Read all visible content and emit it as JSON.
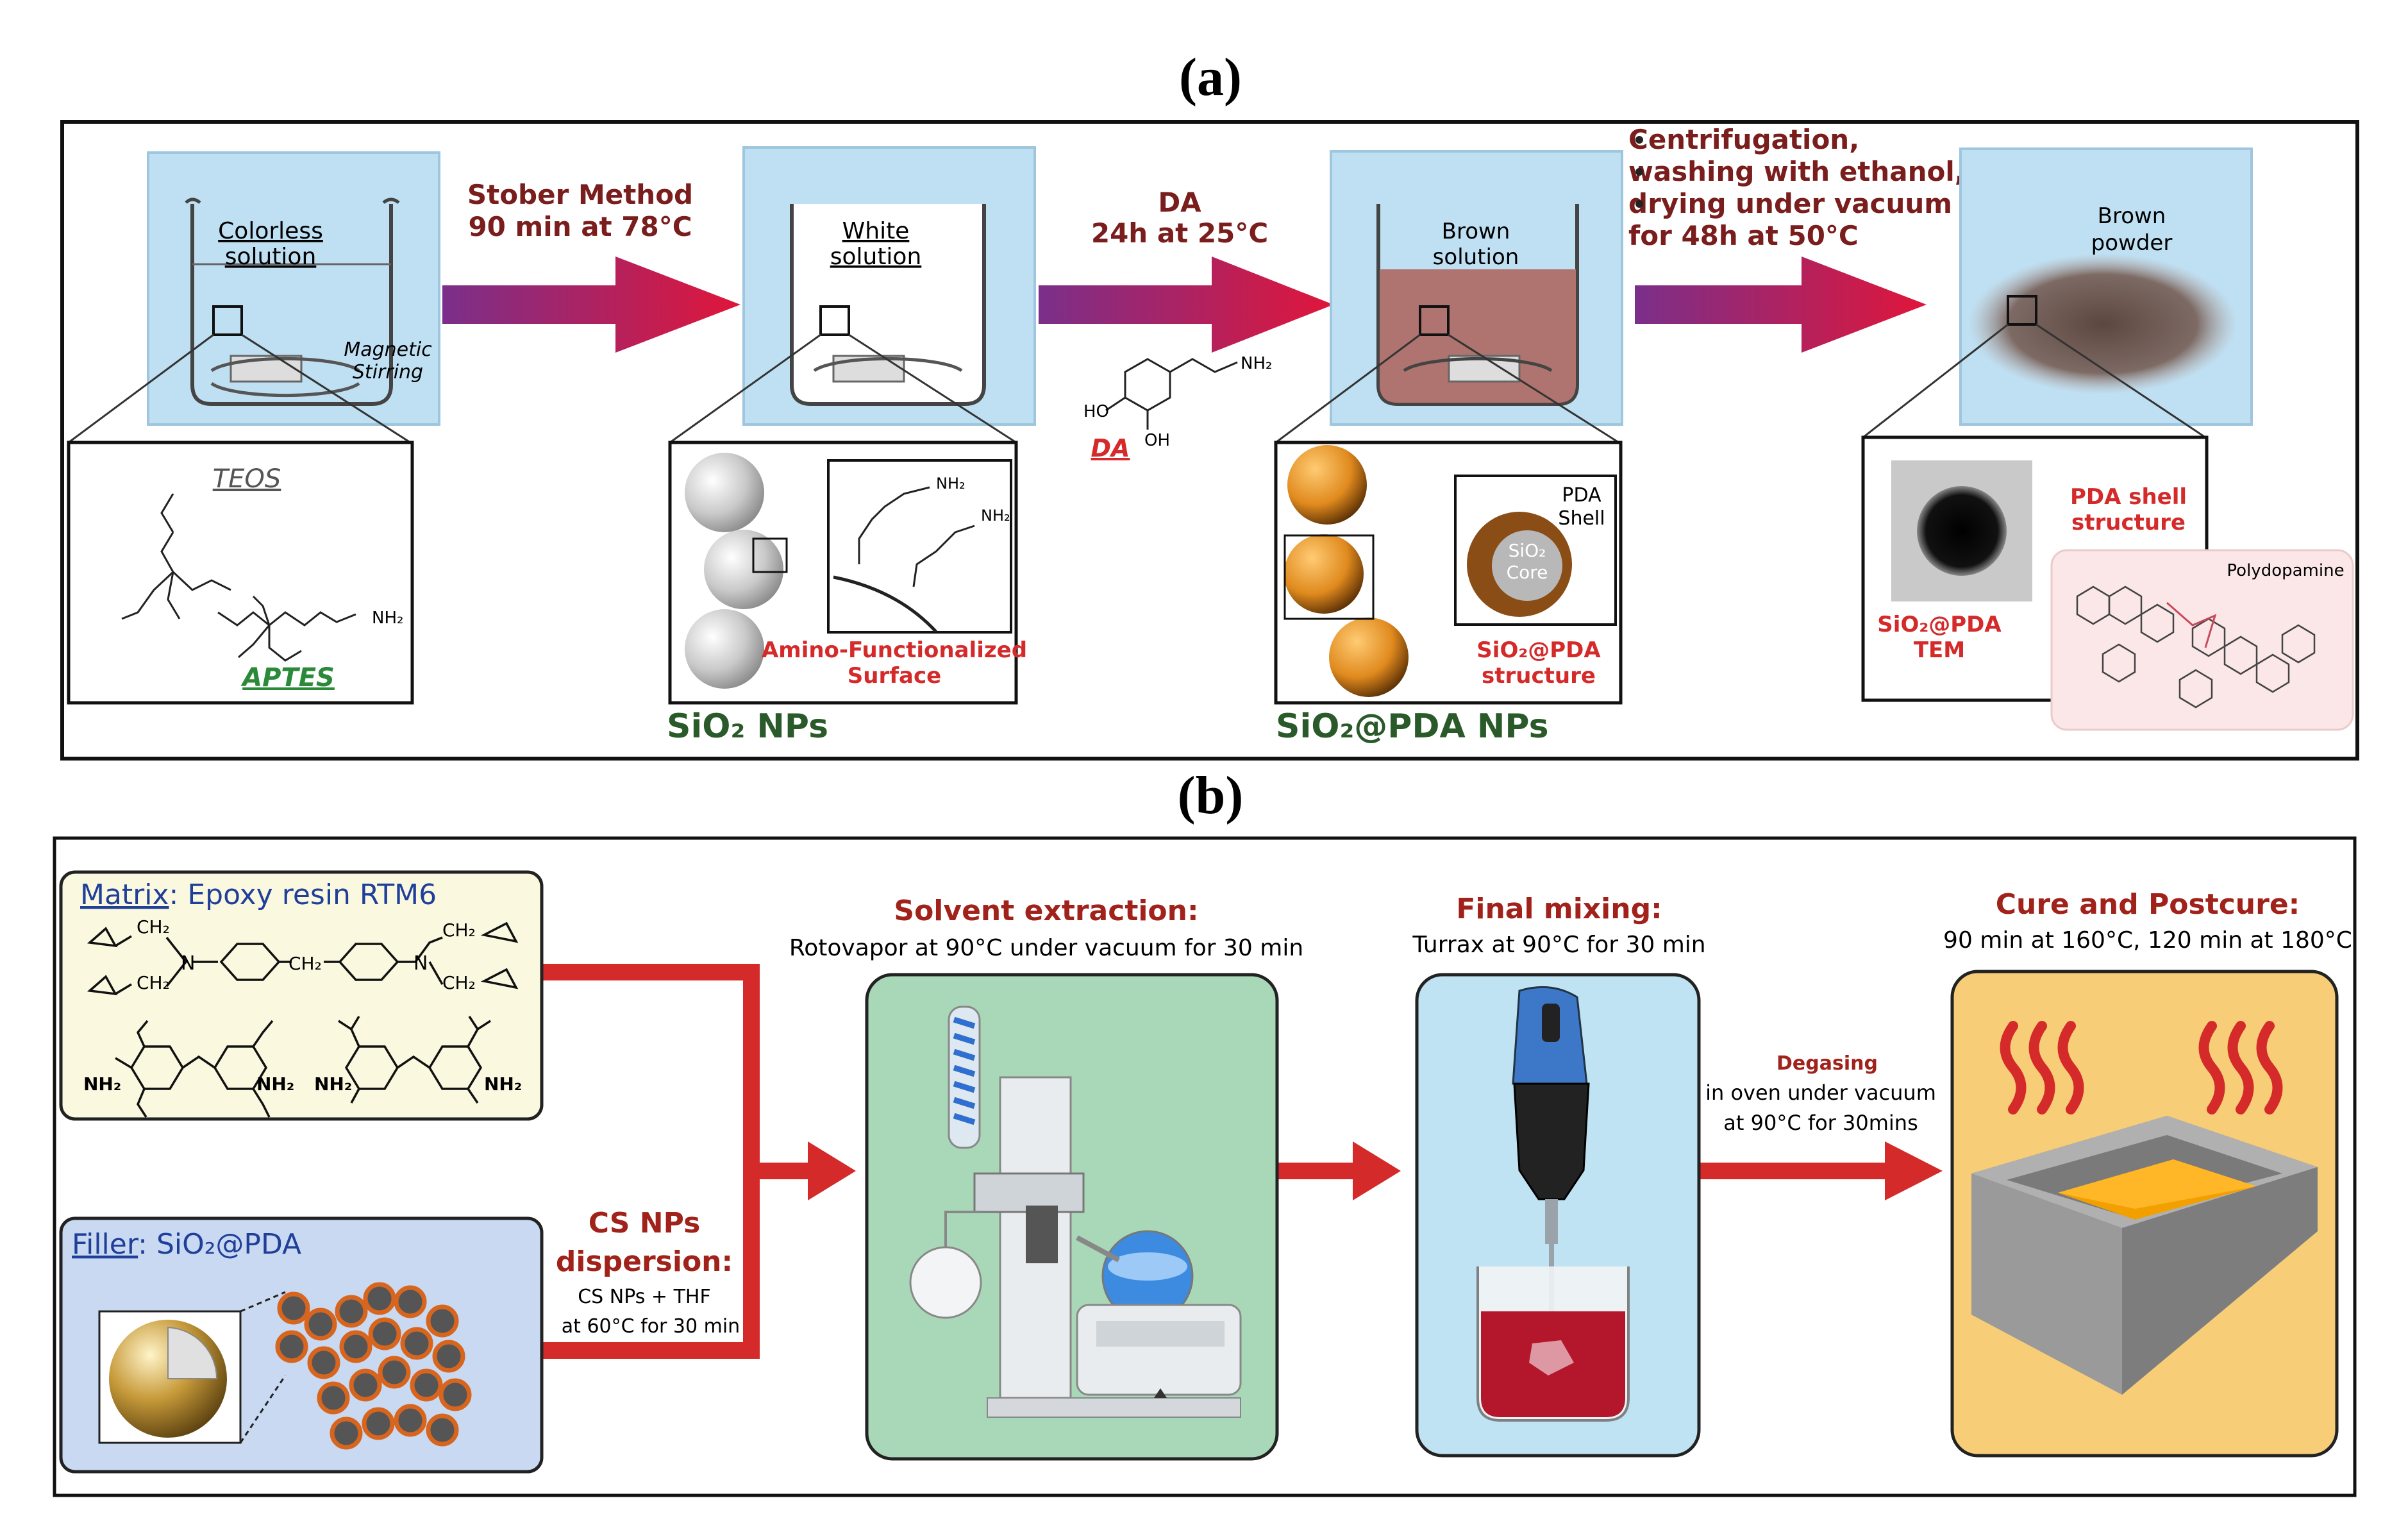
{
  "panel_a": {
    "label": "(a)",
    "step1": {
      "beaker_label_1": "Colorless",
      "beaker_label_2": "solution",
      "stir_1": "Magnetic",
      "stir_2": "Stirring",
      "teos": "TEOS",
      "aptes": "APTES"
    },
    "arrow1": {
      "line1": "Stober Method",
      "line2": "90 min at 78°C"
    },
    "step2": {
      "beaker_label_1": "White",
      "beaker_label_2": "solution",
      "surface_1": "Amino-Functionalized",
      "surface_2": "Surface",
      "caption": "SiO₂ NPs"
    },
    "arrow2": {
      "line1": "DA",
      "line2": "24h at 25°C",
      "molecule_label": "DA",
      "oh1": "HO",
      "oh2": "OH",
      "nh2": "NH₂"
    },
    "step3": {
      "beaker_label_1": "Brown",
      "beaker_label_2": "solution",
      "shell_1": "PDA",
      "shell_2": "Shell",
      "core_1": "SiO₂",
      "core_2": "Core",
      "struct_1": "SiO₂@PDA",
      "struct_2": "structure",
      "caption": "SiO₂@PDA NPs"
    },
    "arrow3": {
      "b1": "Centrifugation,",
      "b2": "washing with ethanol,",
      "b3": "drying under vacuum",
      "b4": "for 48h at 50°C"
    },
    "step4": {
      "powder_1": "Brown",
      "powder_2": "powder",
      "tem_1": "SiO₂@PDA",
      "tem_2": "TEM",
      "shell_1": "PDA shell",
      "shell_2": "structure",
      "poly": "Polydopamine"
    }
  },
  "panel_b": {
    "label": "(b)",
    "matrix": {
      "title_u": "Matrix",
      "title_rest": ": Epoxy resin RTM6"
    },
    "filler": {
      "title_u": "Filler",
      "title_rest": ": SiO₂@PDA"
    },
    "dispersion": {
      "title_1": "CS NPs",
      "title_2": "dispersion:",
      "sub_1": "CS NPs + THF",
      "sub_2": "at 60°C for 30 min"
    },
    "solvent": {
      "title": "Solvent extraction:",
      "sub": "Rotovapor at 90°C under vacuum for 30 min"
    },
    "mixing": {
      "title": "Final mixing:",
      "sub": "Turrax at 90°C for 30 min"
    },
    "degasing": {
      "title": "Degasing",
      "sub_1": "in oven under vacuum",
      "sub_2": "at 90°C for 30mins"
    },
    "cure": {
      "title": "Cure and Postcure:",
      "sub": "90 min at 160°C, 120 min at 180°C"
    },
    "chem": {
      "ch2": "CH₂",
      "n": "N",
      "nh2": "NH₂"
    }
  },
  "colors": {
    "accent_red": "#d42a2a",
    "label_blue": "#1f3f99",
    "title_red": "#a0221a",
    "panel_blue": "#bfe0f3",
    "matrix_bg": "#fbf8e0",
    "filler_bg": "#c8d9f1",
    "solvent_bg": "#a9d8b8",
    "mixing_bg": "#bfe3f2",
    "cure_bg": "#f7cd78"
  }
}
